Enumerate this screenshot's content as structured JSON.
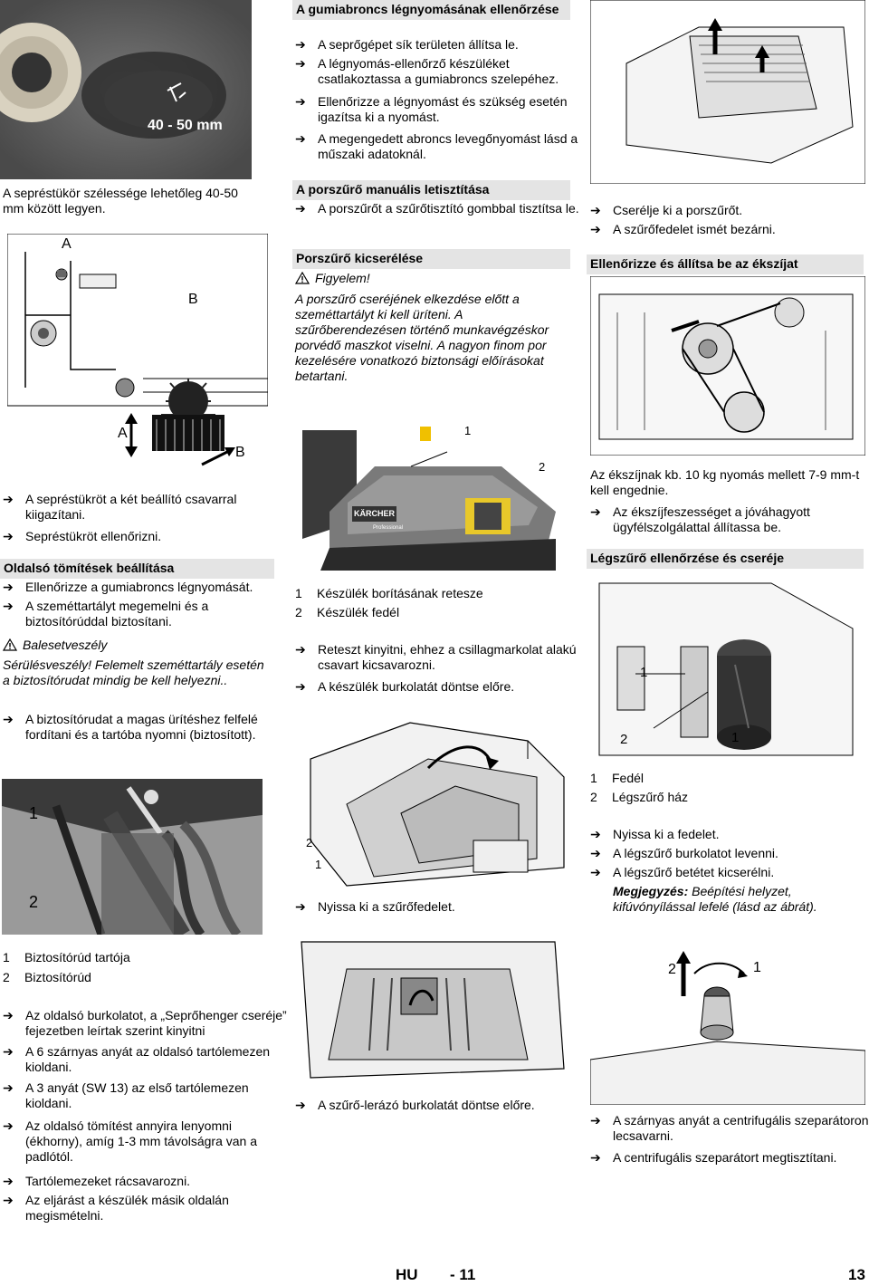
{
  "arrow": "➔",
  "col1": {
    "photo_label": "40 - 50 mm",
    "caption": "A sepréstükör szélessége lehetőleg 40-50 mm között legyen.",
    "fig_a_label": "A",
    "fig_b_label": "B",
    "fig2_a_label": "A",
    "fig2_b_label": "B",
    "steps1": [
      "A sepréstükröt a két beállító csavarral kiigazítani.",
      "Sepréstükröt ellenőrizni."
    ],
    "heading": "Oldalsó tömítések beállítása",
    "steps2": [
      "Ellenőrizze a gumiabroncs légnyomását.",
      "A szeméttartályt megemelni és a biztosítórúddal biztosítani."
    ],
    "warning_title": "Balesetveszély",
    "warning_text": "Sérülésveszély! Felemelt szeméttartály esetén a biztosítórudat mindig be kell helyezni..",
    "steps3": [
      "A biztosítórudat a magas ürítéshez felfelé fordítani és a tartóba nyomni (biztosított)."
    ],
    "photo_labels": [
      "1",
      "2"
    ],
    "legend": [
      {
        "num": "1",
        "text": "Biztosítórúd tartója"
      },
      {
        "num": "2",
        "text": "Biztosítórúd"
      }
    ],
    "steps4": [
      "Az oldalsó burkolatot, a „Seprőhenger cseréje” fejezetben leírtak szerint kinyitni",
      "A 6 szárnyas anyát az oldalsó tartólemezen kioldani.",
      "A 3 anyát (SW 13) az első tartólemezen kioldani.",
      "Az oldalsó tömítést annyira lenyomni (ékhorny), amíg 1-3 mm távolságra van a padlótól.",
      "Tartólemezeket rácsavarozni.",
      "Az eljárást a készülék másik oldalán megismételni."
    ]
  },
  "col2": {
    "heading1": "A gumiabroncs légnyomásának ellenőrzése",
    "steps1": [
      "A seprőgépet sík területen állítsa le.",
      "A légnyomás-ellenőrző készüléket csatlakoztassa a gumiabroncs szelepéhez.",
      "Ellenőrizze a légnyomást és szükség esetén igazítsa ki a nyomást.",
      "A megengedett abroncs levegőnyomást lásd a műszaki adatoknál."
    ],
    "heading2": "A porszűrő manuális letisztítása",
    "steps2": [
      "A porszűrőt a szűrőtisztító gombbal tisztítsa le."
    ],
    "heading3": "Porszűrő kicserélése",
    "warning_title": "Figyelem!",
    "warning_text": "A porszűrő cseréjének elkezdése előtt a szeméttartályt ki kell üríteni. A szűrőberendezésen történő munkavégzéskor porvédő maszkot viselni. A nagyon finom por kezelésére vonatkozó biztonsági előírásokat betartani.",
    "fig1_labels": [
      "1",
      "2"
    ],
    "brand": "KÄRCHER",
    "brand_sub": "Professional",
    "legend": [
      {
        "num": "1",
        "text": "Készülék borításának retesze"
      },
      {
        "num": "2",
        "text": "Készülék fedél"
      }
    ],
    "steps3": [
      "Reteszt kinyitni, ehhez a csillagmarkolat alakú csavart kicsavarozni.",
      "A készülék burkolatát döntse előre."
    ],
    "fig2_labels": [
      "2",
      "1"
    ],
    "steps4": [
      "Nyissa ki a szűrőfedelet."
    ],
    "steps5": [
      "A szűrő-lerázó burkolatát döntse előre."
    ]
  },
  "col3": {
    "steps1": [
      "Cserélje ki a porszűrőt.",
      "A szűrőfedelet ismét bezárni."
    ],
    "heading1": "Ellenőrizze és állítsa be az ékszíjat",
    "para1": "Az ékszíjnak kb. 10 kg nyomás mellett 7-9 mm-t kell engednie.",
    "steps2": [
      "Az ékszíjfeszességet a jóváhagyott ügyfélszolgálattal állítassa be."
    ],
    "heading2": "Légszűrő ellenőrzése és cseréje",
    "fig_labels": [
      "1",
      "2",
      "1"
    ],
    "legend": [
      {
        "num": "1",
        "text": "Fedél"
      },
      {
        "num": "2",
        "text": "Légszűrő ház"
      }
    ],
    "steps3": [
      "Nyissa ki a fedelet.",
      "A légszűrő burkolatot levenni.",
      "A légszűrő betétet kicserélni."
    ],
    "note_label": "Megjegyzés:",
    "note_text": " Beépítési helyzet, kifúvónyílással lefelé (lásd az ábrát).",
    "fig2_labels": [
      "2",
      "1"
    ],
    "steps4": [
      "A szárnyas anyát a centrifugális szeparátoron lecsavarni.",
      "A centrifugális szeparátort megtisztítani."
    ]
  },
  "footer": {
    "lang": "HU",
    "page_local": "- 11",
    "page_num": "13"
  }
}
